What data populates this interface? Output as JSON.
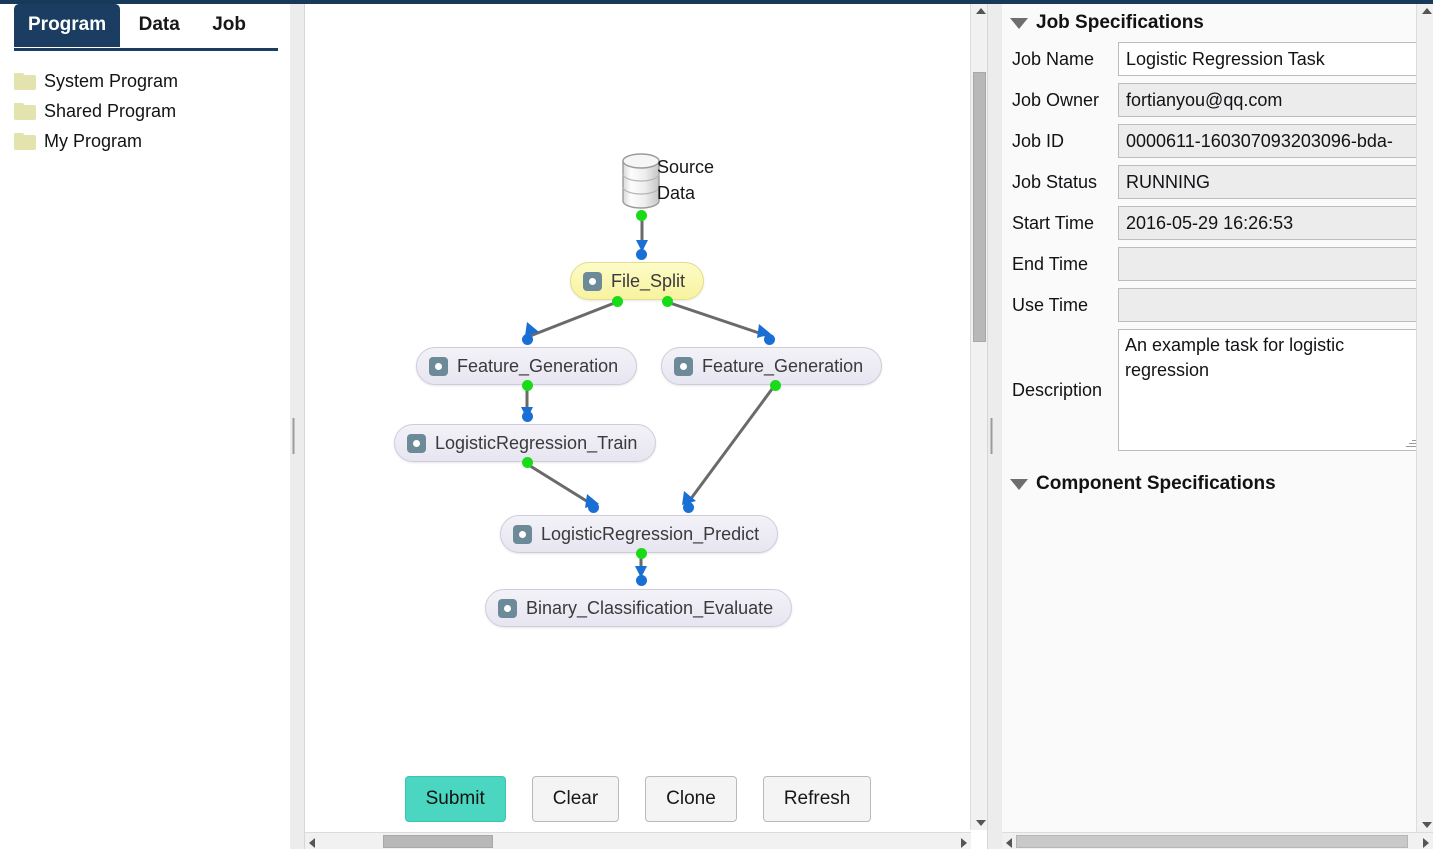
{
  "window": {
    "accent_navy": "#1b3d61",
    "submit_color": "#4bd6c2",
    "folder_color": "#e3e3ae"
  },
  "sidebar": {
    "tabs": [
      {
        "label": "Program",
        "active": true
      },
      {
        "label": "Data",
        "active": false
      },
      {
        "label": "Job",
        "active": false
      }
    ],
    "tree": [
      {
        "label": "System Program",
        "icon": "folder-icon"
      },
      {
        "label": "Shared Program",
        "icon": "folder-icon"
      },
      {
        "label": "My Program",
        "icon": "folder-icon"
      }
    ]
  },
  "canvas": {
    "datasource": {
      "label": "Source\nData",
      "icon": "database-cylinder-icon"
    },
    "nodes": [
      {
        "id": "file_split",
        "label": "File_Split",
        "highlight": true
      },
      {
        "id": "feature_generation_left",
        "label": "Feature_Generation",
        "highlight": false
      },
      {
        "id": "feature_generation_right",
        "label": "Feature_Generation",
        "highlight": false
      },
      {
        "id": "logisticregression_train",
        "label": "LogisticRegression_Train",
        "highlight": false
      },
      {
        "id": "logisticregression_predict",
        "label": "LogisticRegression_Predict",
        "highlight": false
      },
      {
        "id": "binary_classification_evaluate",
        "label": "Binary_Classification_Evaluate",
        "highlight": false
      }
    ],
    "buttons": [
      {
        "id": "submit",
        "label": "Submit",
        "primary": true
      },
      {
        "id": "clear",
        "label": "Clear",
        "primary": false
      },
      {
        "id": "clone",
        "label": "Clone",
        "primary": false
      },
      {
        "id": "refresh",
        "label": "Refresh",
        "primary": false
      }
    ]
  },
  "right": {
    "job_section_title": "Job Specifications",
    "component_section_title": "Component Specifications",
    "fields": {
      "job_name_label": "Job Name",
      "job_name_value": "Logistic Regression Task",
      "job_owner_label": "Job Owner",
      "job_owner_value": "fortianyou@qq.com",
      "job_id_label": "Job ID",
      "job_id_value": "0000611-160307093203096-bda-",
      "job_status_label": "Job Status",
      "job_status_value": "RUNNING",
      "start_time_label": "Start Time",
      "start_time_value": "2016-05-29 16:26:53",
      "end_time_label": "End Time",
      "end_time_value": "",
      "use_time_label": "Use Time",
      "use_time_value": "",
      "description_label": "Description",
      "description_value": "An example task for logistic regression"
    }
  }
}
